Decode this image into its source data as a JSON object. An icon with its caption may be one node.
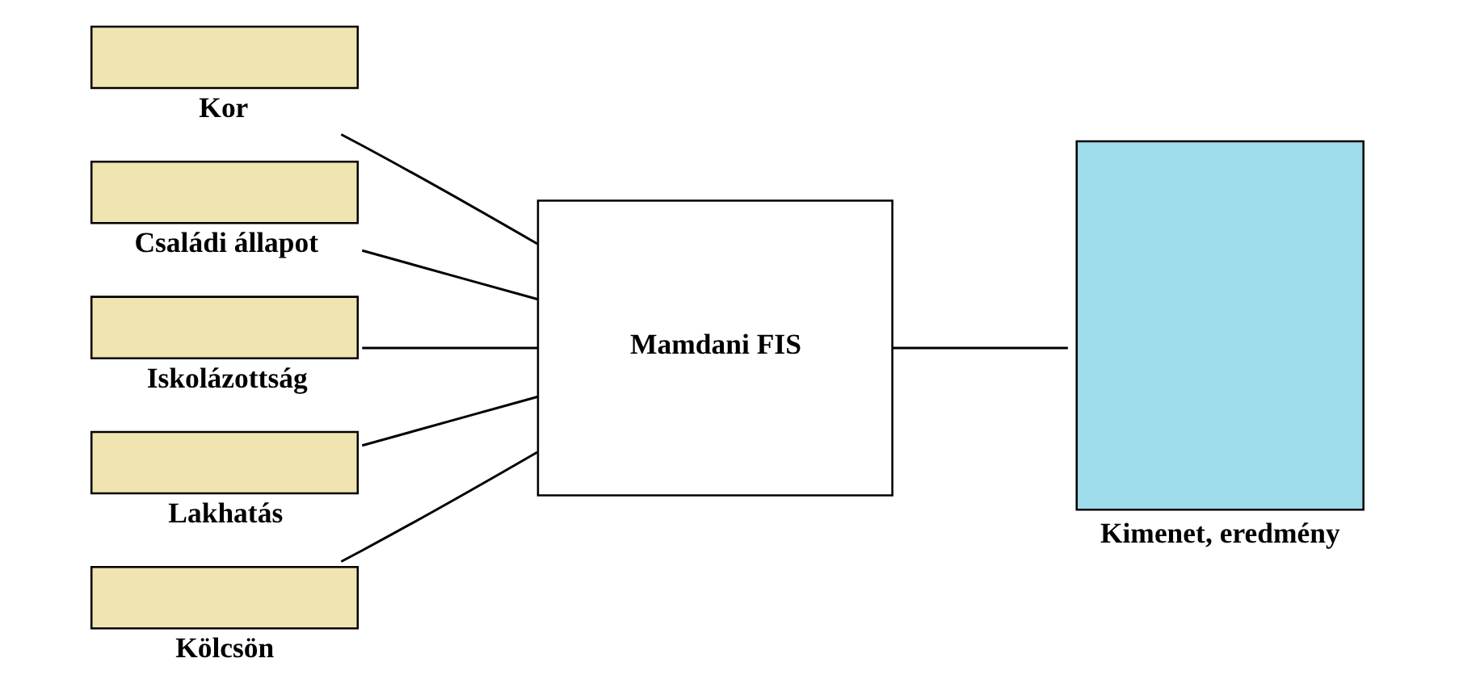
{
  "diagram": {
    "nodes": [
      {
        "text": [
          "Kor"
        ]
      },
      {
        "text": [
          "Családi állapot"
        ]
      },
      {
        "text": [
          "Iskolázottság"
        ]
      },
      {
        "text": [
          "Lakhatás"
        ]
      },
      {
        "text": [
          "Kölcsön"
        ]
      },
      {
        "text": [
          "Mamdani FIS"
        ]
      },
      {
        "text": [
          "Kimenet, eredmény"
        ]
      }
    ],
    "edges": [
      {
        "from": 0,
        "to": 5,
        "arrow": "none"
      },
      {
        "from": 1,
        "to": 5,
        "arrow": "none"
      },
      {
        "from": 2,
        "to": 5,
        "arrow": "none"
      },
      {
        "from": 3,
        "to": 5,
        "arrow": "none"
      },
      {
        "from": 4,
        "to": 5,
        "arrow": "none"
      },
      {
        "from": 5,
        "to": 6,
        "arrow": "none"
      }
    ]
  }
}
